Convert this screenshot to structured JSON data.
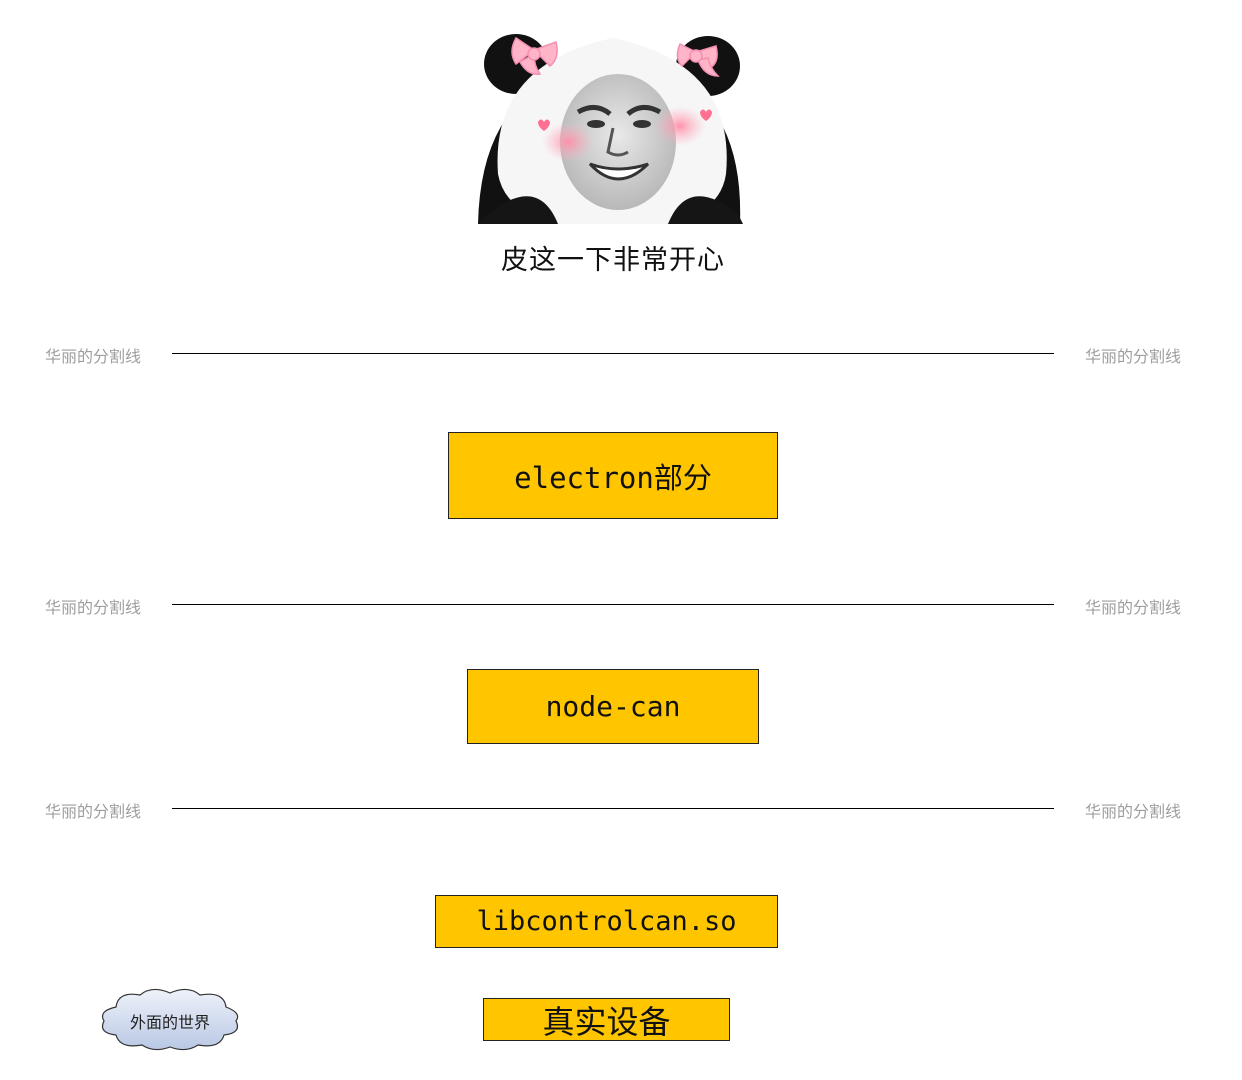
{
  "meme": {
    "caption": "皮这一下非常开心"
  },
  "dividers": [
    {
      "left_label": "华丽的分割线",
      "right_label": "华丽的分割线"
    },
    {
      "left_label": "华丽的分割线",
      "right_label": "华丽的分割线"
    },
    {
      "left_label": "华丽的分割线",
      "right_label": "华丽的分割线"
    }
  ],
  "layers": [
    {
      "label": "electron部分"
    },
    {
      "label": "node-can"
    },
    {
      "label": "libcontrolcan.so"
    },
    {
      "label": "真实设备"
    }
  ],
  "cloud": {
    "label": "外面的世界"
  },
  "colors": {
    "box_fill": "#ffc600",
    "divider_label": "#9e9e9e",
    "cloud_fill": "#c6d3ea"
  }
}
